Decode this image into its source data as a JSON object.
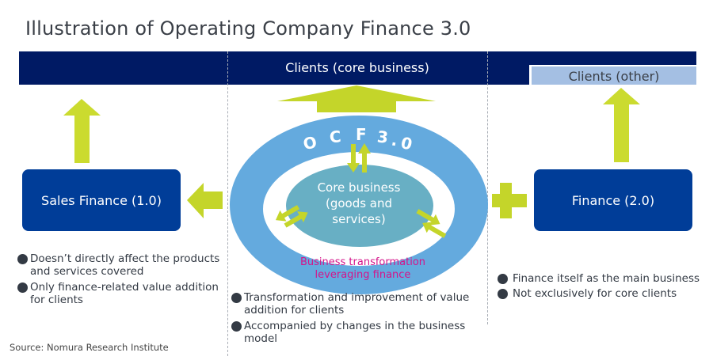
{
  "title": "Illustration of Operating Company Finance 3.0",
  "header": {
    "clients_core": "Clients (core business)",
    "clients_other": "Clients (other)"
  },
  "boxes": {
    "sales_finance": "Sales Finance (1.0)",
    "finance": "Finance (2.0)"
  },
  "ocf": {
    "ring_label_chars": [
      "O",
      "C",
      "F",
      "3",
      ".",
      "0"
    ],
    "core_lines": [
      "Core business",
      "(goods and",
      "services)"
    ],
    "transformation_lines": [
      "Business transformation",
      "leveraging finance"
    ]
  },
  "bullets": {
    "left": [
      "Doesn’t directly affect the products and services covered",
      "Only finance-related value addition for clients"
    ],
    "center": [
      "Transformation and improvement of value addition for clients",
      "Accompanied by changes in the business model"
    ],
    "right": [
      "Finance itself as the main business",
      "Not exclusively for core clients"
    ]
  },
  "source": "Source: Nomura Research Institute",
  "colors": {
    "navy": "#001a64",
    "box_blue": "#003d98",
    "light_blue_bar": "#a4bfe3",
    "ring_blue": "#64aade",
    "core_teal": "#68afc4",
    "arrow_green": "#c4d52a",
    "accent_pink": "#d4148a"
  }
}
